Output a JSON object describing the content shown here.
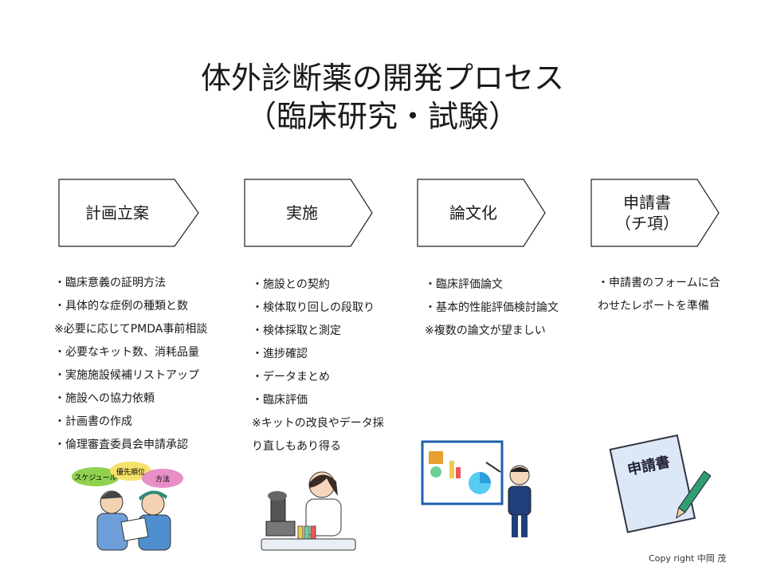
{
  "title": {
    "line1": "体外診断薬の開発プロセス",
    "line2": "（臨床研究・試験）"
  },
  "steps": [
    {
      "label": "計画立案"
    },
    {
      "label": "実施"
    },
    {
      "label": "論文化"
    },
    {
      "label": "申請書\n（チ項）"
    }
  ],
  "plan_items": [
    "・臨床意義の証明方法",
    "・具体的な症例の種類と数",
    "※必要に応じてPMDA事前相談",
    "・必要なキット数、消耗品量",
    "・実施施設候補リストアップ",
    "・施設への協力依頼",
    "・計画書の作成",
    "・倫理審査委員会申請承認"
  ],
  "exec_items": [
    "・施設との契約",
    "・検体取り回しの段取り",
    "・検体採取と測定",
    "・進捗確認",
    "・データまとめ",
    "・臨床評価",
    "※キットの改良やデータ採",
    "り直しもあり得る"
  ],
  "paper_items": [
    "・臨床評価論文",
    "・基本的性能評価検討論文",
    "※複数の論文が望ましい"
  ],
  "app_items": [
    "・申請書のフォームに合",
    "わせたレポートを準備"
  ],
  "illustrations": {
    "meeting": {
      "bubble1": "スケジュール",
      "bubble2": "優先順位",
      "bubble3": "方法"
    },
    "document_label": "申請書"
  },
  "copyright": "Copy right 中岡 茂",
  "colors": {
    "bubble_green": "#8fd14f",
    "bubble_yellow": "#f5e26b",
    "bubble_pink": "#e88fc7",
    "board_blue": "#1f5fae"
  }
}
